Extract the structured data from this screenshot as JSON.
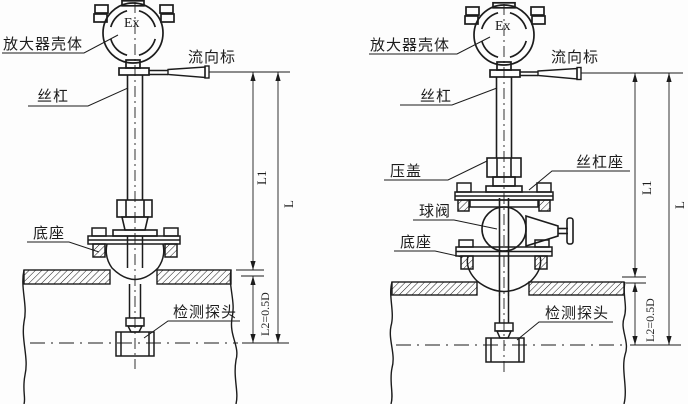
{
  "figure": {
    "kind": "technical-installation-drawing",
    "bg_color": "#fdfdfd",
    "line_color": "#1c1c1c",
    "diagrams": [
      {
        "id": "direct-insertion-type",
        "labels": {
          "ex_marking": "Ex",
          "amplifier_housing": "放大器壳体",
          "flow_indicator": "流向标",
          "screw_rod": "丝杠",
          "base": "底座",
          "probe": "检测探头"
        },
        "dims": {
          "l1": "L1",
          "l": "L",
          "l2": "L2=0.5D"
        }
      },
      {
        "id": "ball-valve-type",
        "labels": {
          "ex_marking": "Ex",
          "amplifier_housing": "放大器壳体",
          "flow_indicator": "流向标",
          "screw_rod": "丝杠",
          "gland": "压盖",
          "screw_seat": "丝杠座",
          "ball_valve": "球阀",
          "base": "底座",
          "probe": "检测探头"
        },
        "dims": {
          "l1": "L1",
          "l": "L",
          "l2": "L2=0.5D"
        }
      }
    ]
  }
}
